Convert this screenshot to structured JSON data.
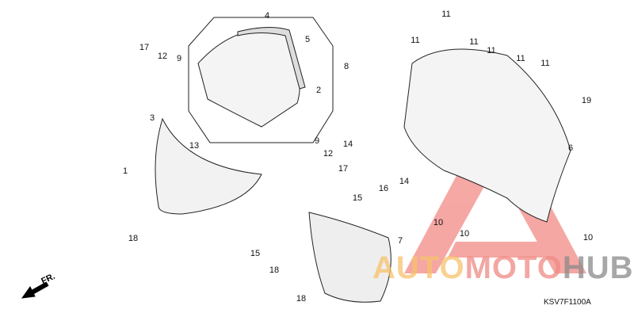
{
  "callouts": [
    "4",
    "5",
    "8",
    "2",
    "17",
    "12",
    "9",
    "3",
    "13",
    "9",
    "12",
    "17",
    "1",
    "18",
    "11",
    "11",
    "11",
    "11",
    "11",
    "11",
    "19",
    "14",
    "6",
    "16",
    "14",
    "15",
    "10",
    "10",
    "10",
    "15",
    "18",
    "7",
    "18"
  ],
  "direction_label": "FR.",
  "diagram_code": "KSV7F1100A",
  "watermark": {
    "part1": "AUTO",
    "part2": "MOTO",
    "part3": "HUB",
    "colors": {
      "auto": "#f7c26b",
      "moto": "#f08a84",
      "hub": "#8a8a8a",
      "triangle": "#f3928d"
    }
  }
}
